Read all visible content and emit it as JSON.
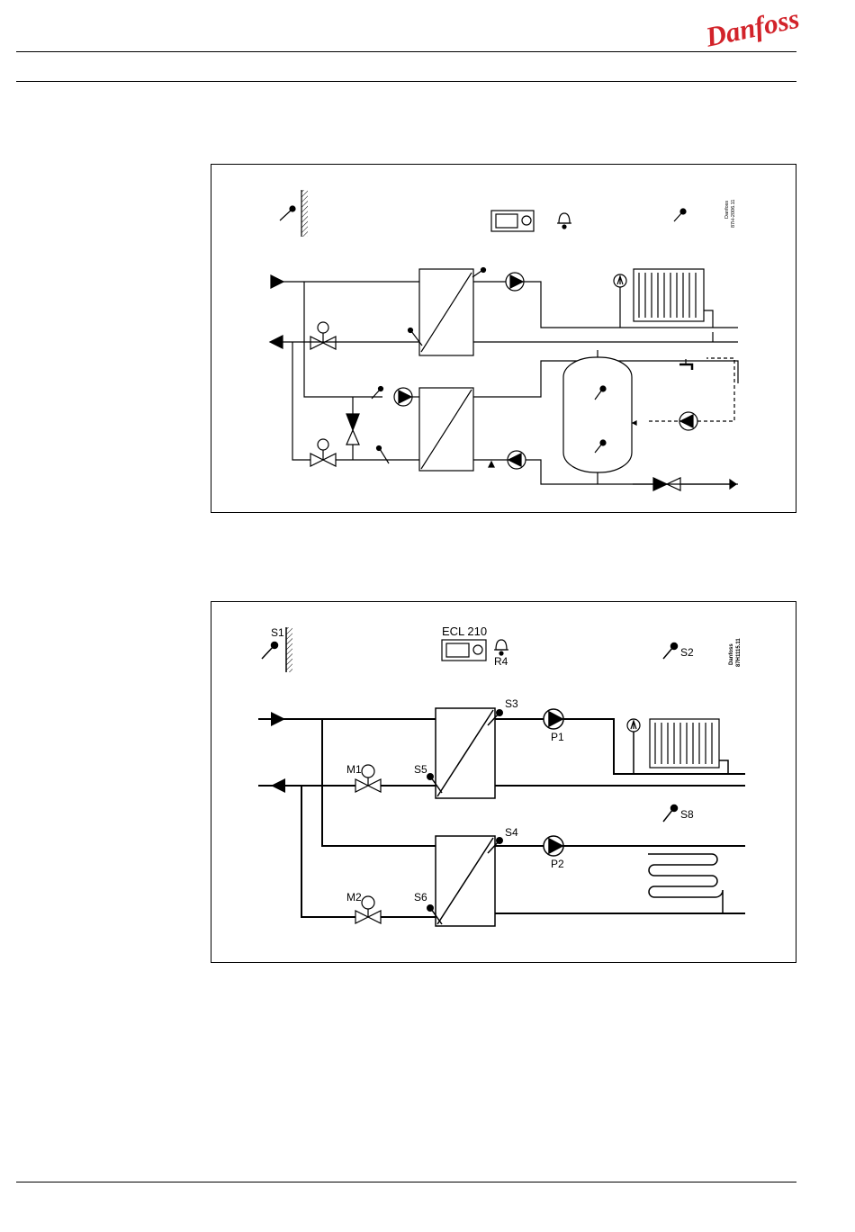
{
  "brand": {
    "name": "Danfoss",
    "color": "#d2232a"
  },
  "diagram1": {
    "code_brand": "Danfoss",
    "code_number": "87H-2006.11"
  },
  "diagram2": {
    "controller_label": "ECL 210",
    "code_brand": "Danfoss",
    "code_number": "87H1115.11",
    "labels": {
      "s1": "S1",
      "s2": "S2",
      "s3": "S3",
      "s4": "S4",
      "s5": "S5",
      "s6": "S6",
      "s8": "S8",
      "r4": "R4",
      "p1": "P1",
      "p2": "P2",
      "m1": "M1",
      "m2": "M2"
    }
  }
}
